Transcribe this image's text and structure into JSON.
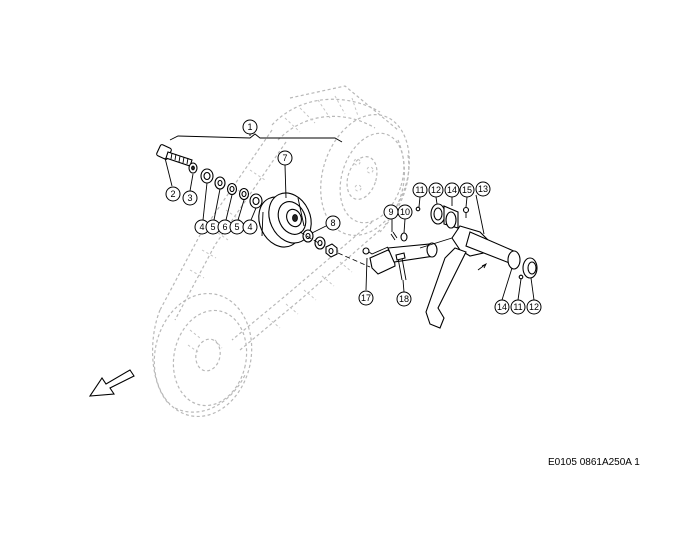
{
  "callouts": {
    "c1": "1",
    "c2": "2",
    "c3": "3",
    "c4a": "4",
    "c5a": "5",
    "c6": "6",
    "c5b": "5",
    "c4b": "4",
    "c7": "7",
    "c8": "8",
    "c9": "9",
    "c10": "10",
    "c11a": "11",
    "c12a": "12",
    "c14a": "14",
    "c15": "15",
    "c13": "13",
    "c17": "17",
    "c18": "18",
    "c14b": "14",
    "c11b": "11",
    "c12b": "12"
  },
  "document_code": "E0105 0861A250A 1"
}
